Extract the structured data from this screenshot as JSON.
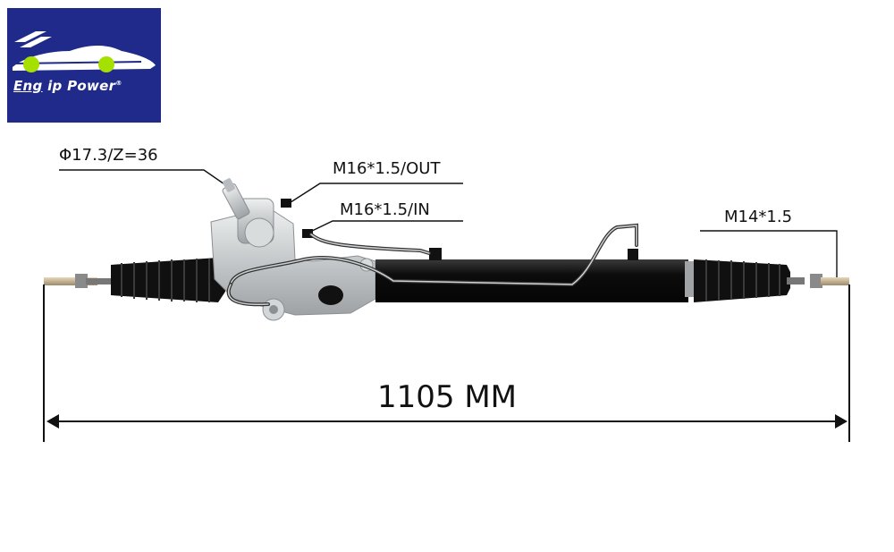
{
  "logo": {
    "brand_first": "Eng",
    "brand_rest": " ip Power",
    "reg_mark": "®",
    "colors": {
      "background": "#1f2a8a",
      "wheels": "#a6e000",
      "car": "#ffffff"
    }
  },
  "labels": {
    "pinion": "Φ17.3/Z=36",
    "out_port": "M16*1.5/OUT",
    "in_port": "M16*1.5/IN",
    "tie_rod_thread": "M14*1.5",
    "overall_length": "1105 MM"
  },
  "colors": {
    "housing": "#111111",
    "boot": "#141414",
    "aluminum": "#c9cbcd",
    "line": "#222222"
  }
}
